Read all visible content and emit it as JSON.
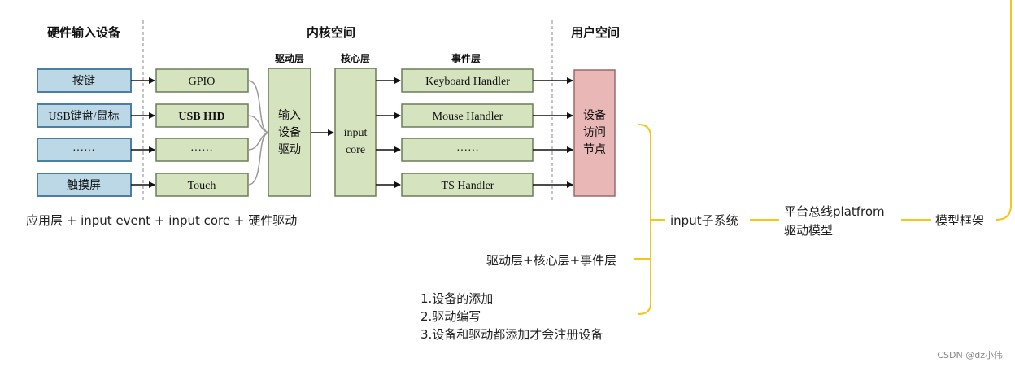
{
  "headers": {
    "hardware": "硬件输入设备",
    "kernel": "内核空间",
    "user": "用户空间",
    "driver_layer": "驱动层",
    "core_layer": "核心层",
    "event_layer": "事件层"
  },
  "devices": [
    "按键",
    "USB键盘/鼠标",
    "······",
    "触摸屏"
  ],
  "drivers": [
    "GPIO",
    "USB HID",
    "······",
    "Touch"
  ],
  "driver_block": [
    "输入",
    "设备",
    "驱动"
  ],
  "core_block": [
    "input",
    "core"
  ],
  "handlers": [
    "Keyboard Handler",
    "Mouse Handler",
    "······",
    "TS Handler"
  ],
  "node_block": [
    "设备",
    "访问",
    "节点"
  ],
  "caption": "应用层 + input event + input core + 硬件驱动",
  "mindmap": {
    "input_subsystem": "input子系统",
    "platform_line1": "平台总线platfrom",
    "platform_line2": "驱动模型",
    "framework": "模型框架",
    "layers": "驱动层+核心层+事件层",
    "steps": [
      "1.设备的添加",
      "2.驱动编写",
      "3.设备和驱动都添加才会注册设备"
    ]
  },
  "watermark": "CSDN @dz小伟",
  "colors": {
    "device_fill": "#bcd8e6",
    "device_stroke": "#4a7fa3",
    "green_fill": "#d6e3bf",
    "green_stroke": "#6b7d5a",
    "node_fill": "#e8b7b6",
    "node_stroke": "#9a6a6a",
    "mindmap_line": "#f5c518"
  }
}
